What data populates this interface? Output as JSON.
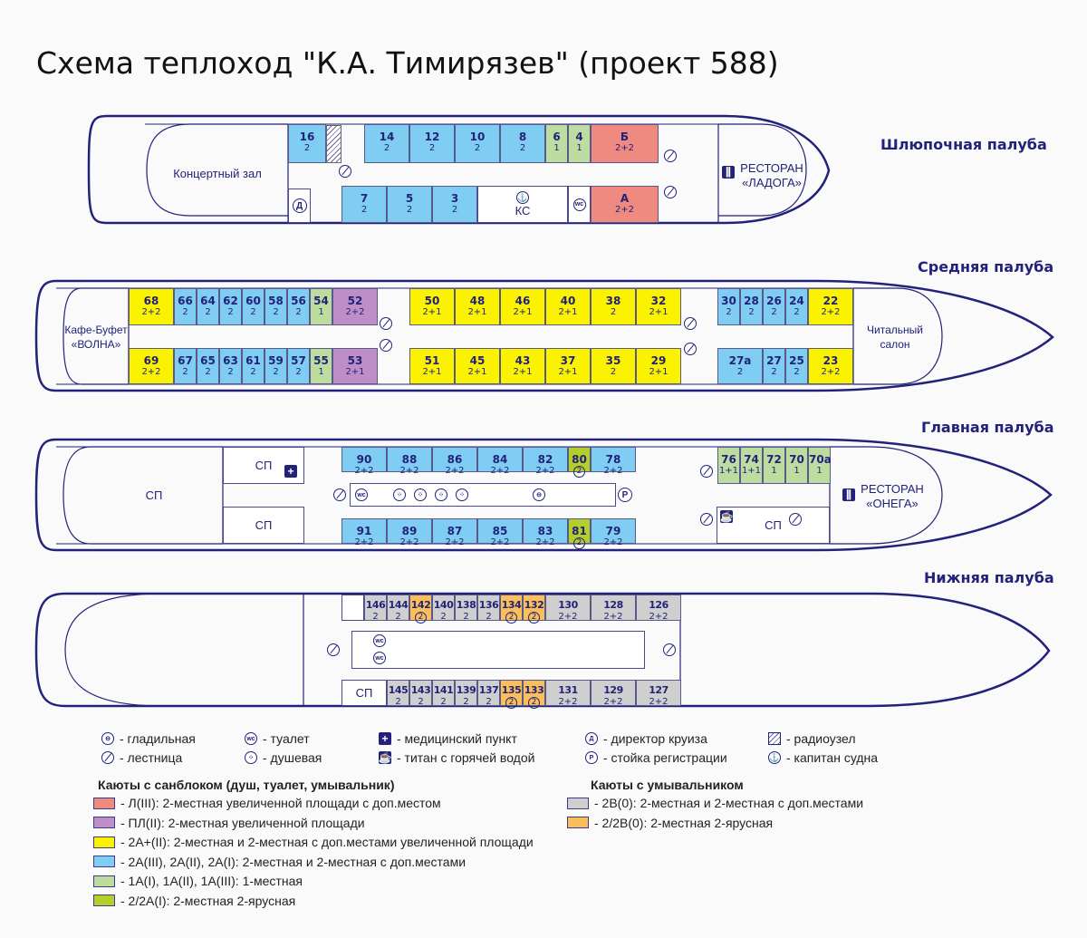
{
  "title": "Схема теплоход  \"К.А. Тимирязев\" (проект 588)",
  "colors": {
    "L": "#ef8a80",
    "PL": "#bd8fc6",
    "2Aplus": "#fbf200",
    "2A": "#7fcdf2",
    "1A": "#bcdca0",
    "2_2A": "#b5cf2a",
    "2B": "#cfcfcf",
    "2_2B": "#fbbf5a",
    "outline": "#22227a"
  },
  "decks": {
    "boat": {
      "label": "Шлюпочная палуба",
      "rooms": {
        "concert": "Концертный зал",
        "restaurant": "РЕСТОРАН «ЛАДОГА»",
        "ks": "КС"
      },
      "top": [
        {
          "n": "16",
          "c": "2",
          "t": "2A"
        },
        {
          "n": "14",
          "c": "2",
          "t": "2A"
        },
        {
          "n": "12",
          "c": "2",
          "t": "2A"
        },
        {
          "n": "10",
          "c": "2",
          "t": "2A"
        },
        {
          "n": "8",
          "c": "2",
          "t": "2A"
        },
        {
          "n": "6",
          "c": "1",
          "t": "1A"
        },
        {
          "n": "4",
          "c": "1",
          "t": "1A"
        },
        {
          "n": "Б",
          "c": "2+2",
          "t": "L"
        }
      ],
      "bottom": [
        {
          "n": "7",
          "c": "2",
          "t": "2A"
        },
        {
          "n": "5",
          "c": "2",
          "t": "2A"
        },
        {
          "n": "3",
          "c": "2",
          "t": "2A"
        },
        {
          "n": "А",
          "c": "2+2",
          "t": "L"
        }
      ]
    },
    "middle": {
      "label": "Средняя палуба",
      "rooms": {
        "cafe": "Кафе-Буфет «ВОЛНА»",
        "reading": "Читальный салон"
      },
      "top": [
        {
          "n": "68",
          "c": "2+2",
          "t": "2Aplus"
        },
        {
          "n": "66",
          "c": "2",
          "t": "2A"
        },
        {
          "n": "64",
          "c": "2",
          "t": "2A"
        },
        {
          "n": "62",
          "c": "2",
          "t": "2A"
        },
        {
          "n": "60",
          "c": "2",
          "t": "2A"
        },
        {
          "n": "58",
          "c": "2",
          "t": "2A"
        },
        {
          "n": "56",
          "c": "2",
          "t": "2A"
        },
        {
          "n": "54",
          "c": "1",
          "t": "1A"
        },
        {
          "n": "52",
          "c": "2+2",
          "t": "PL"
        },
        {
          "n": "50",
          "c": "2+1",
          "t": "2Aplus"
        },
        {
          "n": "48",
          "c": "2+1",
          "t": "2Aplus"
        },
        {
          "n": "46",
          "c": "2+1",
          "t": "2Aplus"
        },
        {
          "n": "40",
          "c": "2+1",
          "t": "2Aplus"
        },
        {
          "n": "38",
          "c": "2",
          "t": "2Aplus"
        },
        {
          "n": "32",
          "c": "2+1",
          "t": "2Aplus"
        },
        {
          "n": "30",
          "c": "2",
          "t": "2A"
        },
        {
          "n": "28",
          "c": "2",
          "t": "2A"
        },
        {
          "n": "26",
          "c": "2",
          "t": "2A"
        },
        {
          "n": "24",
          "c": "2",
          "t": "2A"
        },
        {
          "n": "22",
          "c": "2+2",
          "t": "2Aplus"
        }
      ],
      "bottom": [
        {
          "n": "69",
          "c": "2+2",
          "t": "2Aplus"
        },
        {
          "n": "67",
          "c": "2",
          "t": "2A"
        },
        {
          "n": "65",
          "c": "2",
          "t": "2A"
        },
        {
          "n": "63",
          "c": "2",
          "t": "2A"
        },
        {
          "n": "61",
          "c": "2",
          "t": "2A"
        },
        {
          "n": "59",
          "c": "2",
          "t": "2A"
        },
        {
          "n": "57",
          "c": "2",
          "t": "2A"
        },
        {
          "n": "55",
          "c": "1",
          "t": "1A"
        },
        {
          "n": "53",
          "c": "2+1",
          "t": "PL"
        },
        {
          "n": "51",
          "c": "2+1",
          "t": "2Aplus"
        },
        {
          "n": "45",
          "c": "2+1",
          "t": "2Aplus"
        },
        {
          "n": "43",
          "c": "2+1",
          "t": "2Aplus"
        },
        {
          "n": "37",
          "c": "2+1",
          "t": "2Aplus"
        },
        {
          "n": "35",
          "c": "2",
          "t": "2Aplus"
        },
        {
          "n": "29",
          "c": "2+1",
          "t": "2Aplus"
        },
        {
          "n": "27а",
          "c": "2",
          "t": "2A"
        },
        {
          "n": "27",
          "c": "2",
          "t": "2A"
        },
        {
          "n": "25",
          "c": "2",
          "t": "2A"
        },
        {
          "n": "23",
          "c": "2+2",
          "t": "2Aplus"
        }
      ]
    },
    "main": {
      "label": "Главная палуба",
      "rooms": {
        "sp": "СП",
        "restaurant": "РЕСТОРАН «ОНЕГА»"
      },
      "top": [
        {
          "n": "90",
          "c": "2+2",
          "t": "2A"
        },
        {
          "n": "88",
          "c": "2+2",
          "t": "2A"
        },
        {
          "n": "86",
          "c": "2+2",
          "t": "2A"
        },
        {
          "n": "84",
          "c": "2+2",
          "t": "2A"
        },
        {
          "n": "82",
          "c": "2+2",
          "t": "2A"
        },
        {
          "n": "80",
          "c": "2",
          "t": "2_2A",
          "circ": true
        },
        {
          "n": "78",
          "c": "2+2",
          "t": "2A"
        },
        {
          "n": "76",
          "c": "1+1",
          "t": "1A"
        },
        {
          "n": "74",
          "c": "1+1",
          "t": "1A"
        },
        {
          "n": "72",
          "c": "1",
          "t": "1A"
        },
        {
          "n": "70",
          "c": "1",
          "t": "1A"
        },
        {
          "n": "70а",
          "c": "1",
          "t": "1A"
        }
      ],
      "bottom": [
        {
          "n": "91",
          "c": "2+2",
          "t": "2A"
        },
        {
          "n": "89",
          "c": "2+2",
          "t": "2A"
        },
        {
          "n": "87",
          "c": "2+2",
          "t": "2A"
        },
        {
          "n": "85",
          "c": "2+2",
          "t": "2A"
        },
        {
          "n": "83",
          "c": "2+2",
          "t": "2A"
        },
        {
          "n": "81",
          "c": "2",
          "t": "2_2A",
          "circ": true
        },
        {
          "n": "79",
          "c": "2+2",
          "t": "2A"
        }
      ]
    },
    "lower": {
      "label": "Нижняя палуба",
      "rooms": {
        "sp": "СП"
      },
      "top": [
        {
          "n": "146",
          "c": "2",
          "t": "2B"
        },
        {
          "n": "144",
          "c": "2",
          "t": "2B"
        },
        {
          "n": "142",
          "c": "2",
          "t": "2_2B",
          "circ": true
        },
        {
          "n": "140",
          "c": "2",
          "t": "2B"
        },
        {
          "n": "138",
          "c": "2",
          "t": "2B"
        },
        {
          "n": "136",
          "c": "2",
          "t": "2B"
        },
        {
          "n": "134",
          "c": "2",
          "t": "2_2B",
          "circ": true
        },
        {
          "n": "132",
          "c": "2",
          "t": "2_2B",
          "circ": true
        },
        {
          "n": "130",
          "c": "2+2",
          "t": "2B"
        },
        {
          "n": "128",
          "c": "2+2",
          "t": "2B"
        },
        {
          "n": "126",
          "c": "2+2",
          "t": "2B"
        }
      ],
      "bottom": [
        {
          "n": "145",
          "c": "2",
          "t": "2B"
        },
        {
          "n": "143",
          "c": "2",
          "t": "2B"
        },
        {
          "n": "141",
          "c": "2",
          "t": "2B"
        },
        {
          "n": "139",
          "c": "2",
          "t": "2B"
        },
        {
          "n": "137",
          "c": "2",
          "t": "2B"
        },
        {
          "n": "135",
          "c": "2",
          "t": "2_2B",
          "circ": true
        },
        {
          "n": "133",
          "c": "2",
          "t": "2_2B",
          "circ": true
        },
        {
          "n": "131",
          "c": "2+2",
          "t": "2B"
        },
        {
          "n": "129",
          "c": "2+2",
          "t": "2B"
        },
        {
          "n": "127",
          "c": "2+2",
          "t": "2B"
        }
      ]
    }
  },
  "icon_text": {
    "wc": "wc",
    "director": "Д",
    "registration": "P",
    "anchor": "⚓",
    "med": "+",
    "titan": "☕",
    "food": "⫼",
    "iron": "⊖",
    "shower": "⁘"
  },
  "legend": {
    "icons": [
      {
        "icon": "iron-icon",
        "label": "- гладильная"
      },
      {
        "icon": "stairs-icon",
        "label": "- лестница"
      },
      {
        "icon": "wc-icon",
        "label": "- туалет"
      },
      {
        "icon": "shower-icon",
        "label": "- душевая"
      },
      {
        "icon": "medical-icon",
        "label": "- медицинский пункт"
      },
      {
        "icon": "boiler-icon",
        "label": "- титан с горячей водой"
      },
      {
        "icon": "director-icon",
        "label": "- директор круиза"
      },
      {
        "icon": "registration-icon",
        "label": "- стойка регистрации"
      },
      {
        "icon": "radio-room-icon",
        "label": "- радиоузел"
      },
      {
        "icon": "captain-icon",
        "label": "- капитан судна"
      }
    ],
    "ensuite_title": "Каюты с санблоком (душ, туалет, умывальник)",
    "ensuite": [
      {
        "t": "L",
        "label": "- Л(III): 2-местная увеличенной площади с доп.местом"
      },
      {
        "t": "PL",
        "label": "- ПЛ(II): 2-местная увеличенной площади"
      },
      {
        "t": "2Aplus",
        "label": "- 2А+(II): 2-местная и 2-местная с доп.местами увеличенной площади"
      },
      {
        "t": "2A",
        "label": "- 2А(III), 2А(II), 2А(I): 2-местная и 2-местная с доп.местами"
      },
      {
        "t": "1A",
        "label": "- 1А(I), 1А(II), 1А(III): 1-местная"
      },
      {
        "t": "2_2A",
        "label": "- 2/2А(I): 2-местная 2-ярусная"
      }
    ],
    "sink_title": "Каюты с умывальником",
    "sink": [
      {
        "t": "2B",
        "label": "- 2В(0): 2-местная и 2-местная с доп.местами"
      },
      {
        "t": "2_2B",
        "label": "- 2/2В(0): 2-местная 2-ярусная"
      }
    ]
  }
}
